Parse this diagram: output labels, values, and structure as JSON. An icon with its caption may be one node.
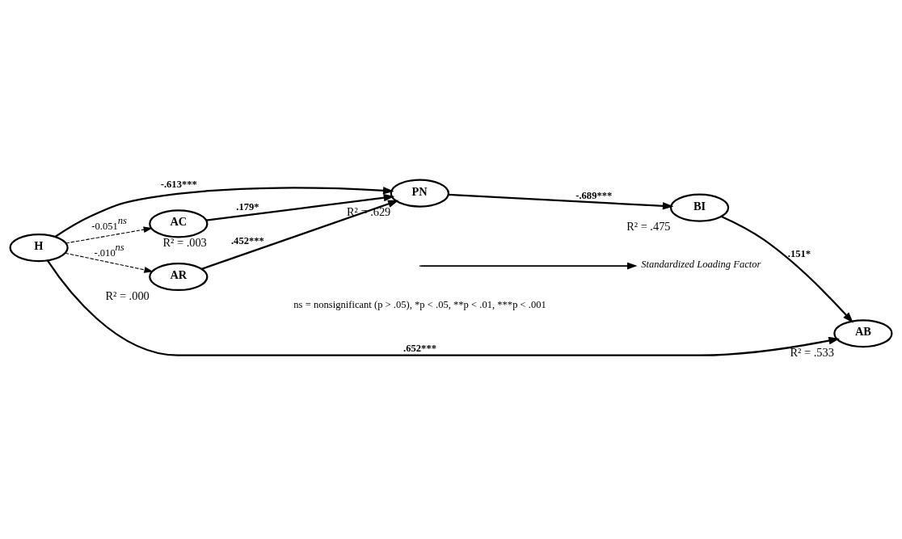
{
  "diagram": {
    "nodes": [
      {
        "text": [
          "H"
        ]
      },
      {
        "text": [
          "PN"
        ],
        "beside": [
          "R² = .629"
        ]
      },
      {
        "text": [
          "AC"
        ],
        "beside": [
          "R² = .003"
        ]
      },
      {
        "text": [
          "AR"
        ],
        "beside": [
          "R² = .000"
        ]
      },
      {
        "text": [
          "BI"
        ],
        "beside": [
          "R² = .475"
        ]
      },
      {
        "text": [
          "AB"
        ],
        "beside": [
          "R² = .533"
        ]
      }
    ],
    "edges": [
      {
        "from": 0,
        "to": 1,
        "arrow": "to",
        "label": "-.613***"
      },
      {
        "from": 0,
        "to": 2,
        "arrow": "to",
        "label": "-0.051$^{ns}$",
        "style": "dashed"
      },
      {
        "from": 0,
        "to": 3,
        "arrow": "to",
        "label": "-.010$^{ns}$",
        "style": "dashed"
      },
      {
        "from": 2,
        "to": 1,
        "arrow": "to",
        "label": ".179*"
      },
      {
        "from": 3,
        "to": 1,
        "arrow": "to",
        "label": ".452***"
      },
      {
        "from": 1,
        "to": 4,
        "arrow": "to",
        "label": "-.689***"
      },
      {
        "from": 4,
        "to": 5,
        "arrow": "to",
        "label": ".151*"
      },
      {
        "from": 0,
        "to": 5,
        "arrow": "to",
        "label": ".652***"
      }
    ],
    "labels": [
      "ns = nonsignificant (p > .05), *p < .05, **p < .01, ***p < .001"
    ],
    "legend": [
      {
        "text": "Standardized Loading Factor"
      }
    ]
  }
}
